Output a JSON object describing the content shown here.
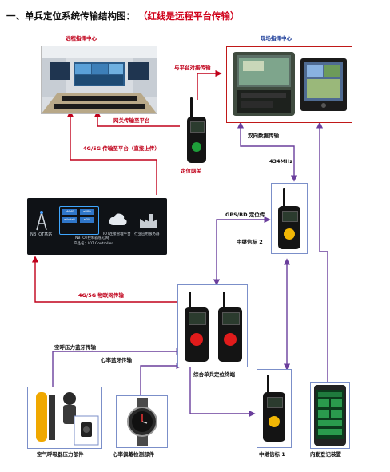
{
  "title": {
    "main": "一、单兵定位系统传输结构图：",
    "note": "（红线是远程平台传输）"
  },
  "nodes": {
    "remote_center": "远程指挥中心",
    "field_center": "现场指挥中心",
    "positioning_gateway": "定位网关",
    "relay2": "中继信标 2",
    "relay1": "中继信标 1",
    "combined_terminal": "综合单兵定位终端",
    "air_pressure_part": "空气呼吸器压力部件",
    "heart_rate_part": "心率佩戴检测部件",
    "recorder": "内勤登记装置",
    "platform": {
      "nb_base": "NB IOT基站",
      "box_labels": [
        "eMMS",
        "eNPO",
        "eNodeB",
        "eSIM"
      ],
      "controller_title": "NB IOT控制器核心网",
      "controller_product": "产品名：IOT Controller",
      "management": "IOT连接管理平台",
      "industry": "行业应用服务器"
    }
  },
  "edges": {
    "platform_pair": "与平台对接传输",
    "gateway_to_platform": "网关传输至平台",
    "cellular_upload": "4G/5G 传输至平台（直接上传）",
    "bidirectional": "双向数据传输",
    "freq": "434MHz",
    "gps_bd": "GPS/BD 定位传",
    "iot_transfer": "4G/5G 物联网传输",
    "air_bluetooth": "空呼压力蓝牙传输",
    "heart_bluetooth": "心率蓝牙传输"
  },
  "colors": {
    "red_line": "#c0001a",
    "purple_line": "#6a3e9c",
    "blue_label": "#1f3f9a"
  }
}
